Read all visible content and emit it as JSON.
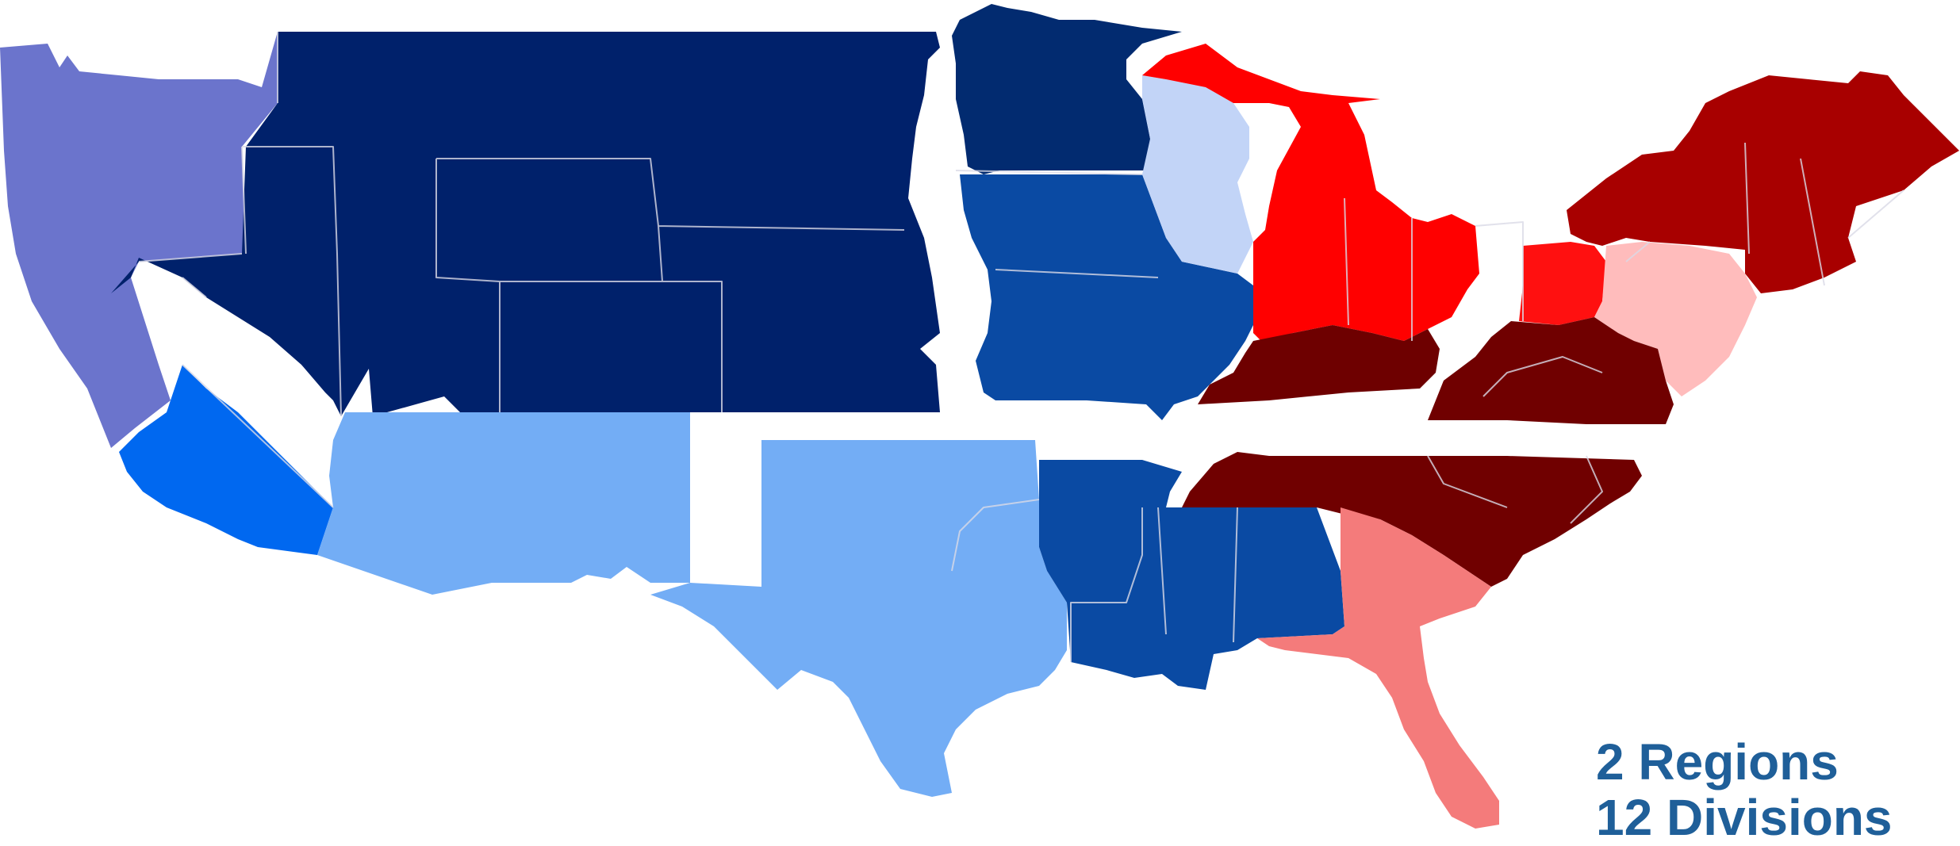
{
  "caption": {
    "line1": "2 Regions",
    "line2": "12 Divisions"
  },
  "map": {
    "regions": [
      {
        "group": "blue",
        "divisions": [
          {
            "id": "pacific-north",
            "color": "#6b74cc"
          },
          {
            "id": "mountain-north",
            "color": "#00216b"
          },
          {
            "id": "upper-midwest",
            "color": "#022b70"
          },
          {
            "id": "central-midwest",
            "color": "#0a4aa3"
          },
          {
            "id": "wisconsin-division",
            "color": "#c2d4f7"
          },
          {
            "id": "california-south",
            "color": "#0068f0"
          },
          {
            "id": "southwest",
            "color": "#73adf5"
          },
          {
            "id": "texas-oklahoma",
            "color": "#73adf5"
          },
          {
            "id": "deep-south",
            "color": "#0a4aa3"
          }
        ]
      },
      {
        "group": "red",
        "divisions": [
          {
            "id": "great-lakes",
            "color": "#ff0000"
          },
          {
            "id": "ohio-valley",
            "color": "#6e0000"
          },
          {
            "id": "northeast",
            "color": "#a80000"
          },
          {
            "id": "pennsylvania-west",
            "color": "#ff1010"
          },
          {
            "id": "mid-atlantic",
            "color": "#ffbcbc"
          },
          {
            "id": "virginia",
            "color": "#700000"
          },
          {
            "id": "carolinas",
            "color": "#700000"
          },
          {
            "id": "georgia-florida",
            "color": "#f47b7b"
          }
        ]
      }
    ]
  }
}
